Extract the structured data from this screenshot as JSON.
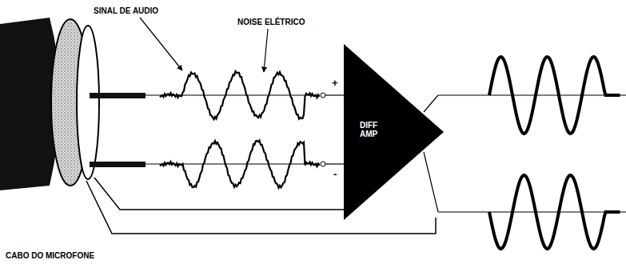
{
  "diagram": {
    "nodes": [
      {
        "text": [
          "DIFF AMP"
        ]
      }
    ],
    "edges": [],
    "labels": [
      "SINAL DE AUDIO",
      "NOISE ELÉTRICO",
      "+",
      "-",
      "CABO DO MICROFONE"
    ]
  }
}
